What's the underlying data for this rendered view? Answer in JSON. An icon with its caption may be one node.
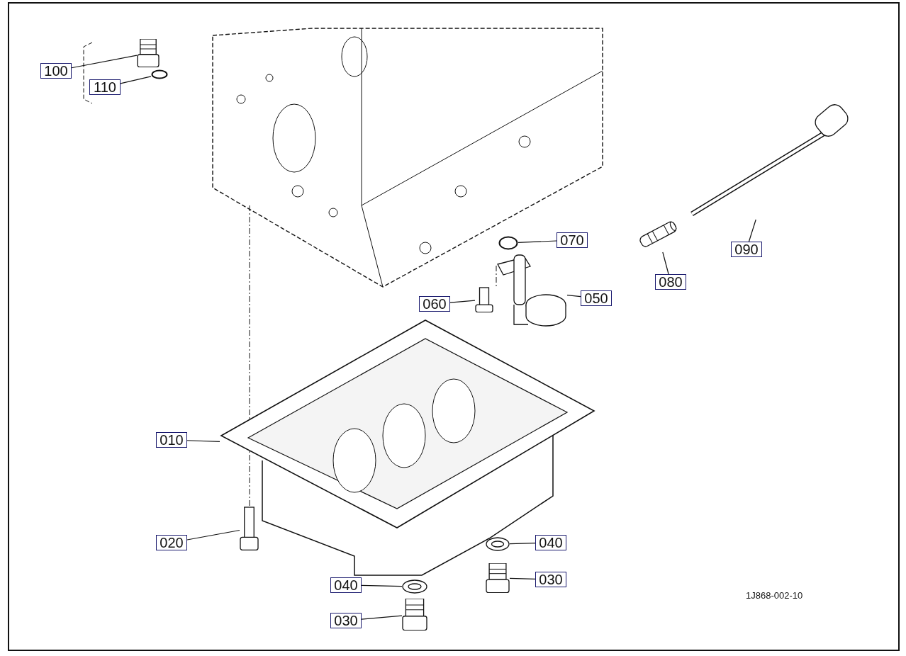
{
  "diagram": {
    "nodes": [
      {
        "text": [
          "100"
        ]
      },
      {
        "text": [],
        "shape": "picture"
      },
      {
        "text": [
          "110"
        ]
      },
      {
        "text": [],
        "shape": "circle"
      },
      {
        "text": [
          "070"
        ]
      },
      {
        "text": [],
        "shape": "circle"
      },
      {
        "text": [
          "090"
        ]
      },
      {
        "text": [],
        "shape": "picture"
      },
      {
        "text": [
          "080"
        ]
      },
      {
        "text": [],
        "shape": "picture"
      },
      {
        "text": [
          "060"
        ]
      },
      {
        "text": [],
        "shape": "picture"
      },
      {
        "text": [
          "050"
        ]
      },
      {
        "text": [],
        "shape": "picture"
      },
      {
        "text": [
          "010"
        ]
      },
      {
        "text": [],
        "shape": "picture"
      },
      {
        "text": [
          "020"
        ]
      },
      {
        "text": [],
        "shape": "picture"
      },
      {
        "text": [
          "040"
        ]
      },
      {
        "text": [],
        "shape": "picture"
      },
      {
        "text": [
          "040"
        ]
      },
      {
        "text": [],
        "shape": "picture"
      },
      {
        "text": [
          "030"
        ]
      },
      {
        "text": [],
        "shape": "picture"
      },
      {
        "text": [
          "030"
        ]
      },
      {
        "text": [],
        "shape": "picture"
      }
    ],
    "edges": [
      {
        "from": 0,
        "to": 1,
        "arrow": "none"
      },
      {
        "from": 2,
        "to": 3,
        "arrow": "none"
      },
      {
        "from": 4,
        "to": 5,
        "arrow": "none"
      },
      {
        "from": 6,
        "to": 7,
        "arrow": "none"
      },
      {
        "from": 8,
        "to": 9,
        "arrow": "none"
      },
      {
        "from": 10,
        "to": 11,
        "arrow": "none"
      },
      {
        "from": 12,
        "to": 13,
        "arrow": "none"
      },
      {
        "from": 14,
        "to": 15,
        "arrow": "none"
      },
      {
        "from": 16,
        "to": 17,
        "arrow": "none"
      },
      {
        "from": 18,
        "to": 19,
        "arrow": "none"
      },
      {
        "from": 20,
        "to": 21,
        "arrow": "none"
      },
      {
        "from": 22,
        "to": 23,
        "arrow": "none"
      },
      {
        "from": 24,
        "to": 25,
        "arrow": "none"
      }
    ],
    "labels": [
      "1J868-002-10"
    ]
  }
}
